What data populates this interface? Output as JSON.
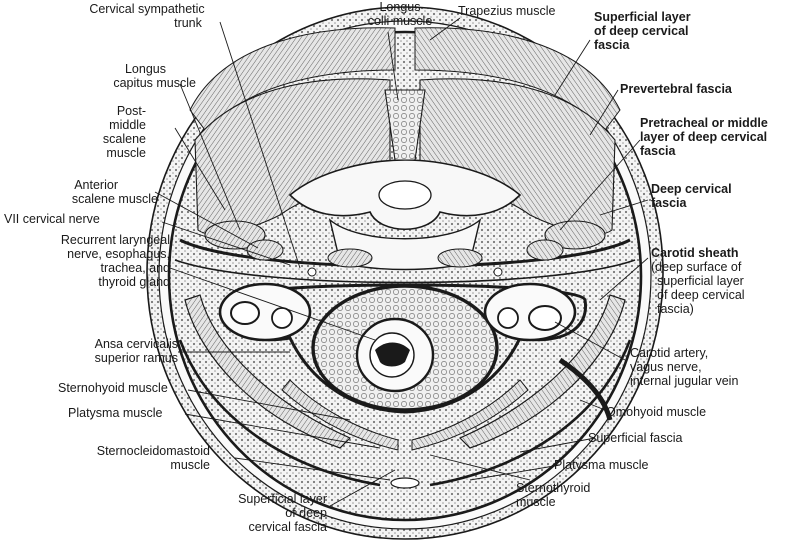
{
  "colors": {
    "ink": "#1a1a1a",
    "muscle_fill": "#d9d9d9",
    "muscle_dark": "#9a9a9a",
    "background": "#ffffff"
  },
  "labels": {
    "cervical_sympathetic_trunk": [
      "Cervical sympathetic",
      "trunk"
    ],
    "longus_colli_muscle": [
      "Longus",
      "colli muscle"
    ],
    "trapezius_muscle": [
      "Trapezius muscle"
    ],
    "superficial_layer_deep_cervical_fascia_top": [
      "Superficial layer",
      "of deep cervical",
      "fascia"
    ],
    "prevertebral_fascia": [
      "Prevertebral fascia"
    ],
    "pretracheal_fascia": [
      "Pretracheal or middle",
      "layer of deep cervical",
      "fascia"
    ],
    "deep_cervical_fascia": [
      "Deep cervical",
      "fascia"
    ],
    "carotid_sheath": [
      "Carotid sheath"
    ],
    "carotid_sheath_note": [
      "(deep surface of",
      "superficial layer",
      "of deep cervical",
      "fascia)"
    ],
    "longus_capitus_muscle": [
      "Longus",
      "capitus muscle"
    ],
    "post_middle_scalene_muscle": [
      "Post-",
      "middle",
      "scalene",
      "muscle"
    ],
    "anterior_scalene_muscle": [
      "Anterior",
      "scalene muscle"
    ],
    "vii_cervical_nerve": [
      "VII cervical nerve"
    ],
    "recurrent_laryngeal_nerve": [
      "Recurrent laryngeal",
      "nerve, esophagus,",
      "trachea, and",
      "thyroid gland"
    ],
    "ansa_cervicalis": [
      "Ansa cervicalis",
      "superior ramus"
    ],
    "sternohyoid_muscle": [
      "Sternohyoid muscle"
    ],
    "platysma_muscle_left": [
      "Platysma muscle"
    ],
    "sternocleidomastoid_muscle": [
      "Sternocleidomastoid",
      "muscle"
    ],
    "superficial_layer_deep_cervical_fascia_bottom": [
      "Superficial layer",
      "of deep",
      "cervical fascia"
    ],
    "carotid_artery": [
      "Carotid artery,",
      "vagus nerve,",
      "internal jugular vein"
    ],
    "omohyoid_muscle": [
      "Omohyoid muscle"
    ],
    "superficial_fascia": [
      "Superficial fascia"
    ],
    "platysma_muscle_right": [
      "Platysma muscle"
    ],
    "sternothyroid_muscle": [
      "Sternothyroid",
      "muscle"
    ]
  }
}
